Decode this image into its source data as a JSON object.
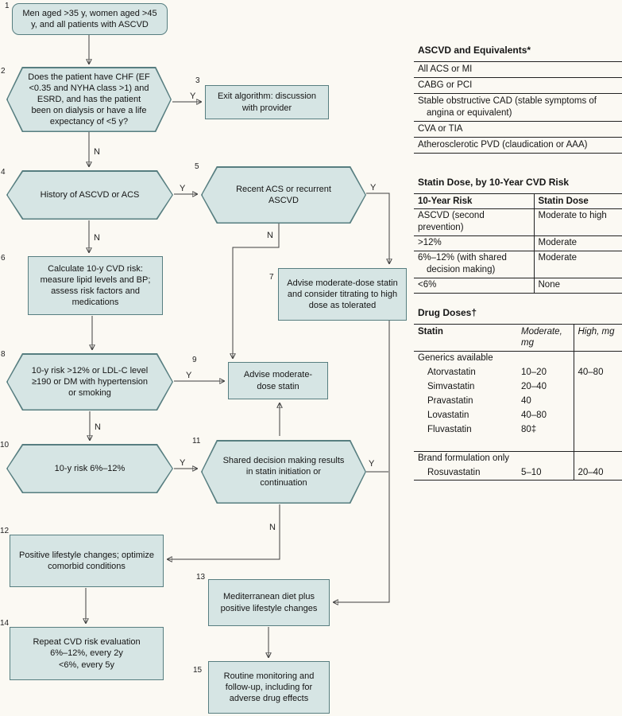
{
  "flow": {
    "yes": "Y",
    "no": "N",
    "nodes": [
      {
        "num": "1",
        "text": "Men aged >35 y, women aged >45 y, and all patients with ASCVD"
      },
      {
        "num": "2",
        "text": "Does the patient have CHF (EF <0.35 and NYHA class >1) and ESRD, and has the patient been on dialysis or have a life expectancy of <5 y?"
      },
      {
        "num": "3",
        "text": "Exit algorithm: discussion with provider"
      },
      {
        "num": "4",
        "text": "History of ASCVD or ACS"
      },
      {
        "num": "5",
        "text": "Recent ACS or recurrent ASCVD"
      },
      {
        "num": "6",
        "text": "Calculate 10-y CVD risk: measure lipid levels and BP; assess risk factors and medications"
      },
      {
        "num": "7",
        "text": "Advise moderate-dose statin and consider titrating to high dose as tolerated"
      },
      {
        "num": "8",
        "text": "10-y risk >12% or LDL-C level ≥190 or DM with hypertension or smoking"
      },
      {
        "num": "9",
        "text": "Advise moderate-dose statin"
      },
      {
        "num": "10",
        "text": "10-y risk 6%–12%"
      },
      {
        "num": "11",
        "text": "Shared decision making results in statin initiation or continuation"
      },
      {
        "num": "12",
        "text": "Positive lifestyle changes; optimize comorbid conditions"
      },
      {
        "num": "13",
        "text": "Mediterranean diet plus positive lifestyle changes"
      },
      {
        "num": "14",
        "text": "Repeat CVD risk evaluation\n6%–12%, every 2y\n<6%, every 5y"
      },
      {
        "num": "15",
        "text": "Routine monitoring and follow-up, including for adverse drug effects"
      }
    ]
  },
  "side": {
    "ascvd": {
      "title": "ASCVD and Equivalents*",
      "rows": [
        "All ACS or MI",
        "CABG or PCI",
        "Stable obstructive CAD (stable symptoms of angina or equivalent)",
        "CVA or TIA",
        "Atherosclerotic PVD (claudication or AAA)"
      ]
    },
    "statin_dose": {
      "title": "Statin Dose, by 10-Year CVD Risk",
      "headers": [
        "10-Year Risk",
        "Statin Dose"
      ],
      "rows": [
        [
          "ASCVD (second prevention)",
          "Moderate to high"
        ],
        [
          ">12%",
          "Moderate"
        ],
        [
          "6%–12% (with shared decision making)",
          "Moderate"
        ],
        [
          "<6%",
          "None"
        ]
      ]
    },
    "drug_doses": {
      "title": "Drug Doses†",
      "headers": [
        "Statin",
        "Moderate, mg",
        "High, mg"
      ],
      "sections": [
        {
          "label": "Generics available",
          "rows": [
            [
              "Atorvastatin",
              "10–20",
              "40–80"
            ],
            [
              "Simvastatin",
              "20–40",
              ""
            ],
            [
              "Pravastatin",
              "40",
              ""
            ],
            [
              "Lovastatin",
              "40–80",
              ""
            ],
            [
              "Fluvastatin",
              "80‡",
              ""
            ]
          ]
        },
        {
          "label": "Brand formulation only",
          "rows": [
            [
              "Rosuvastatin",
              "5–10",
              "20–40"
            ]
          ]
        }
      ]
    }
  }
}
